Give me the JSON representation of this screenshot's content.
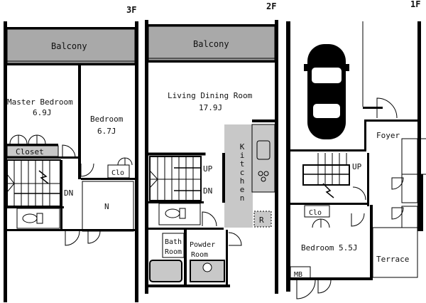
{
  "floors": {
    "f3": {
      "label": "3F",
      "rooms": {
        "balcony": "Balcony",
        "master_bedroom_name": "Master Bedroom",
        "master_bedroom_size": "6.9J",
        "bedroom_name": "Bedroom",
        "bedroom_size": "6.7J",
        "closet": "Closet",
        "clo": "Clo",
        "stair_dn": "DN",
        "n": "N"
      }
    },
    "f2": {
      "label": "2F",
      "rooms": {
        "balcony": "Balcony",
        "living_name": "Living Dining Room",
        "living_size": "17.9J",
        "kitchen": "Kitchen",
        "stair_up": "UP",
        "stair_dn": "DN",
        "bath_line1": "Bath",
        "bath_line2": "Room",
        "powder_line1": "Powder",
        "powder_line2": "Room",
        "r": "R"
      }
    },
    "f1": {
      "label": "1F",
      "rooms": {
        "foyer": "Foyer",
        "stair_up": "UP",
        "clo": "Clo",
        "bedroom": "Bedroom 5.5J",
        "terrace": "Terrace",
        "mb": "MB"
      }
    }
  },
  "colors": {
    "wall": "#000000",
    "balcony_fill": "#a9a9a9",
    "kitchen_fill": "#c8c8c8",
    "background": "#ffffff"
  }
}
